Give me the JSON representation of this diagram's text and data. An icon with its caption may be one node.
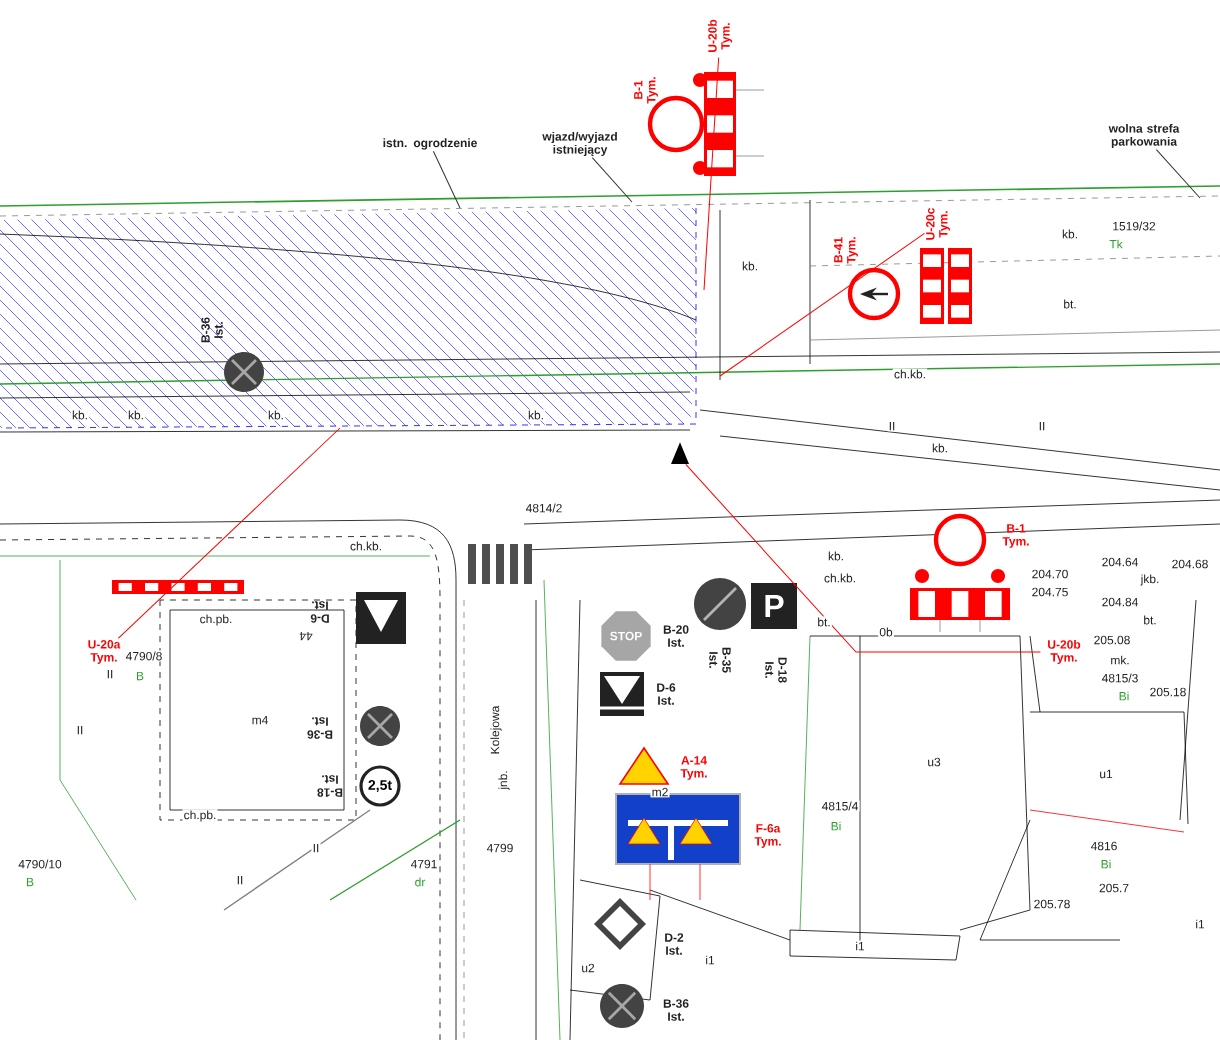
{
  "diagram": {
    "nodes": [
      {
        "text": [
          "istn. ogrodzenie"
        ]
      },
      {
        "text": [
          "wjazd/wyjazd istniejący"
        ]
      },
      {
        "text": [
          "wolna strefa parkowania"
        ]
      },
      {
        "text": [
          "B-1 Tym."
        ]
      },
      {
        "text": [
          "U-20b Tym."
        ]
      },
      {
        "text": [
          "B-36 Ist."
        ]
      },
      {
        "text": [
          "B-41 Tym."
        ]
      },
      {
        "text": [
          "U-20c Tym."
        ]
      },
      {
        "text": [
          "U-20a Tym."
        ]
      },
      {
        "text": [
          "D-6 Ist."
        ]
      },
      {
        "text": [
          "B-36 Ist."
        ]
      },
      {
        "text": [
          "2,5t"
        ],
        "beside": [
          "B-18 Ist."
        ]
      },
      {
        "text": [
          "STOP"
        ],
        "beside": [
          "B-20 Ist."
        ]
      },
      {
        "text": [
          "B-35 Ist."
        ]
      },
      {
        "text": [
          "P"
        ],
        "beside": [
          "D-18 Ist."
        ]
      },
      {
        "text": [
          "D-6 Ist."
        ]
      },
      {
        "text": [
          "A-14 Tym."
        ]
      },
      {
        "text": [
          "F-6a Tym."
        ]
      },
      {
        "text": [
          "D-2 Ist."
        ]
      },
      {
        "text": [
          "B-36 Ist."
        ]
      },
      {
        "text": [
          "B-1 Tym."
        ]
      },
      {
        "text": [
          "U-20b Tym."
        ]
      },
      {
        "text": [],
        "shape": "triangle"
      }
    ],
    "edges": [
      {
        "from": 0,
        "to": null,
        "arrow": "none",
        "color": "#333333"
      },
      {
        "from": 1,
        "to": null,
        "arrow": "none",
        "color": "#333333"
      },
      {
        "from": 2,
        "to": null,
        "arrow": "none",
        "color": "#333333"
      },
      {
        "from": 4,
        "to": null,
        "arrow": "none"
      },
      {
        "from": 7,
        "to": null,
        "arrow": "none"
      },
      {
        "from": 8,
        "to": null,
        "arrow": "none"
      },
      {
        "from": 22,
        "to": 21,
        "arrow": "none"
      }
    ],
    "labels": [
      "kb.",
      "kb.",
      "kb.",
      "kb.",
      "kb.",
      "kb.",
      "1519/32",
      "Tk",
      "bt.",
      "ch.kb.",
      "kb.",
      "4814/2",
      "ch.kb.",
      "ch.pb.",
      "44",
      "4790/8",
      "B",
      "m4",
      "4790/10",
      "B",
      "ch.pb.",
      "4791",
      "dr",
      "Kolejowa",
      "jnb.",
      "4799",
      "m2",
      "4815/4",
      "Bi",
      "u3",
      "4815/3",
      "Bi",
      "u1",
      "4816",
      "Bi",
      "i1",
      "i1",
      "i1",
      "u2",
      "204.70",
      "204.75",
      "204.64",
      "204.68",
      "204.84",
      "205.08",
      "205.18",
      "205.78",
      "205.7",
      "0b",
      "mk.",
      "jkb.",
      "bt.",
      "bt.",
      "ch.kb.",
      "kb.",
      "II",
      "II",
      "II",
      "II",
      "II",
      "II"
    ]
  }
}
